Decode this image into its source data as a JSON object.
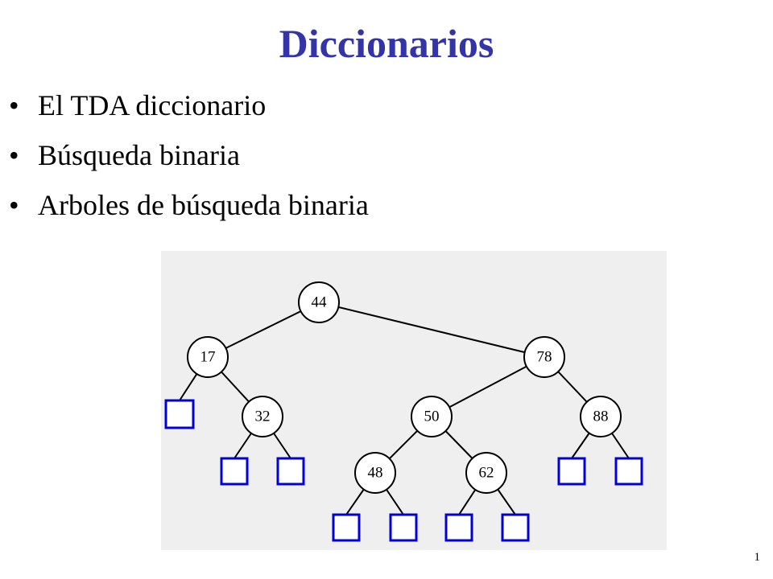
{
  "slide": {
    "title": "Diccionarios",
    "bullet_symbol": "•",
    "bullets": [
      "El TDA diccionario",
      "Búsqueda binaria",
      "Arboles de búsqueda binaria"
    ],
    "page_number": "1"
  },
  "tree": {
    "node_labels": {
      "n44": "44",
      "n17": "17",
      "n78": "78",
      "n32": "32",
      "n50": "50",
      "n88": "88",
      "n48": "48",
      "n62": "62"
    },
    "colors": {
      "title": "#3333aa",
      "panel_background": "#efefef",
      "node_fill": "#ffffff",
      "node_stroke": "#000000",
      "edge": "#000000",
      "external_node": "#0000dd"
    }
  }
}
